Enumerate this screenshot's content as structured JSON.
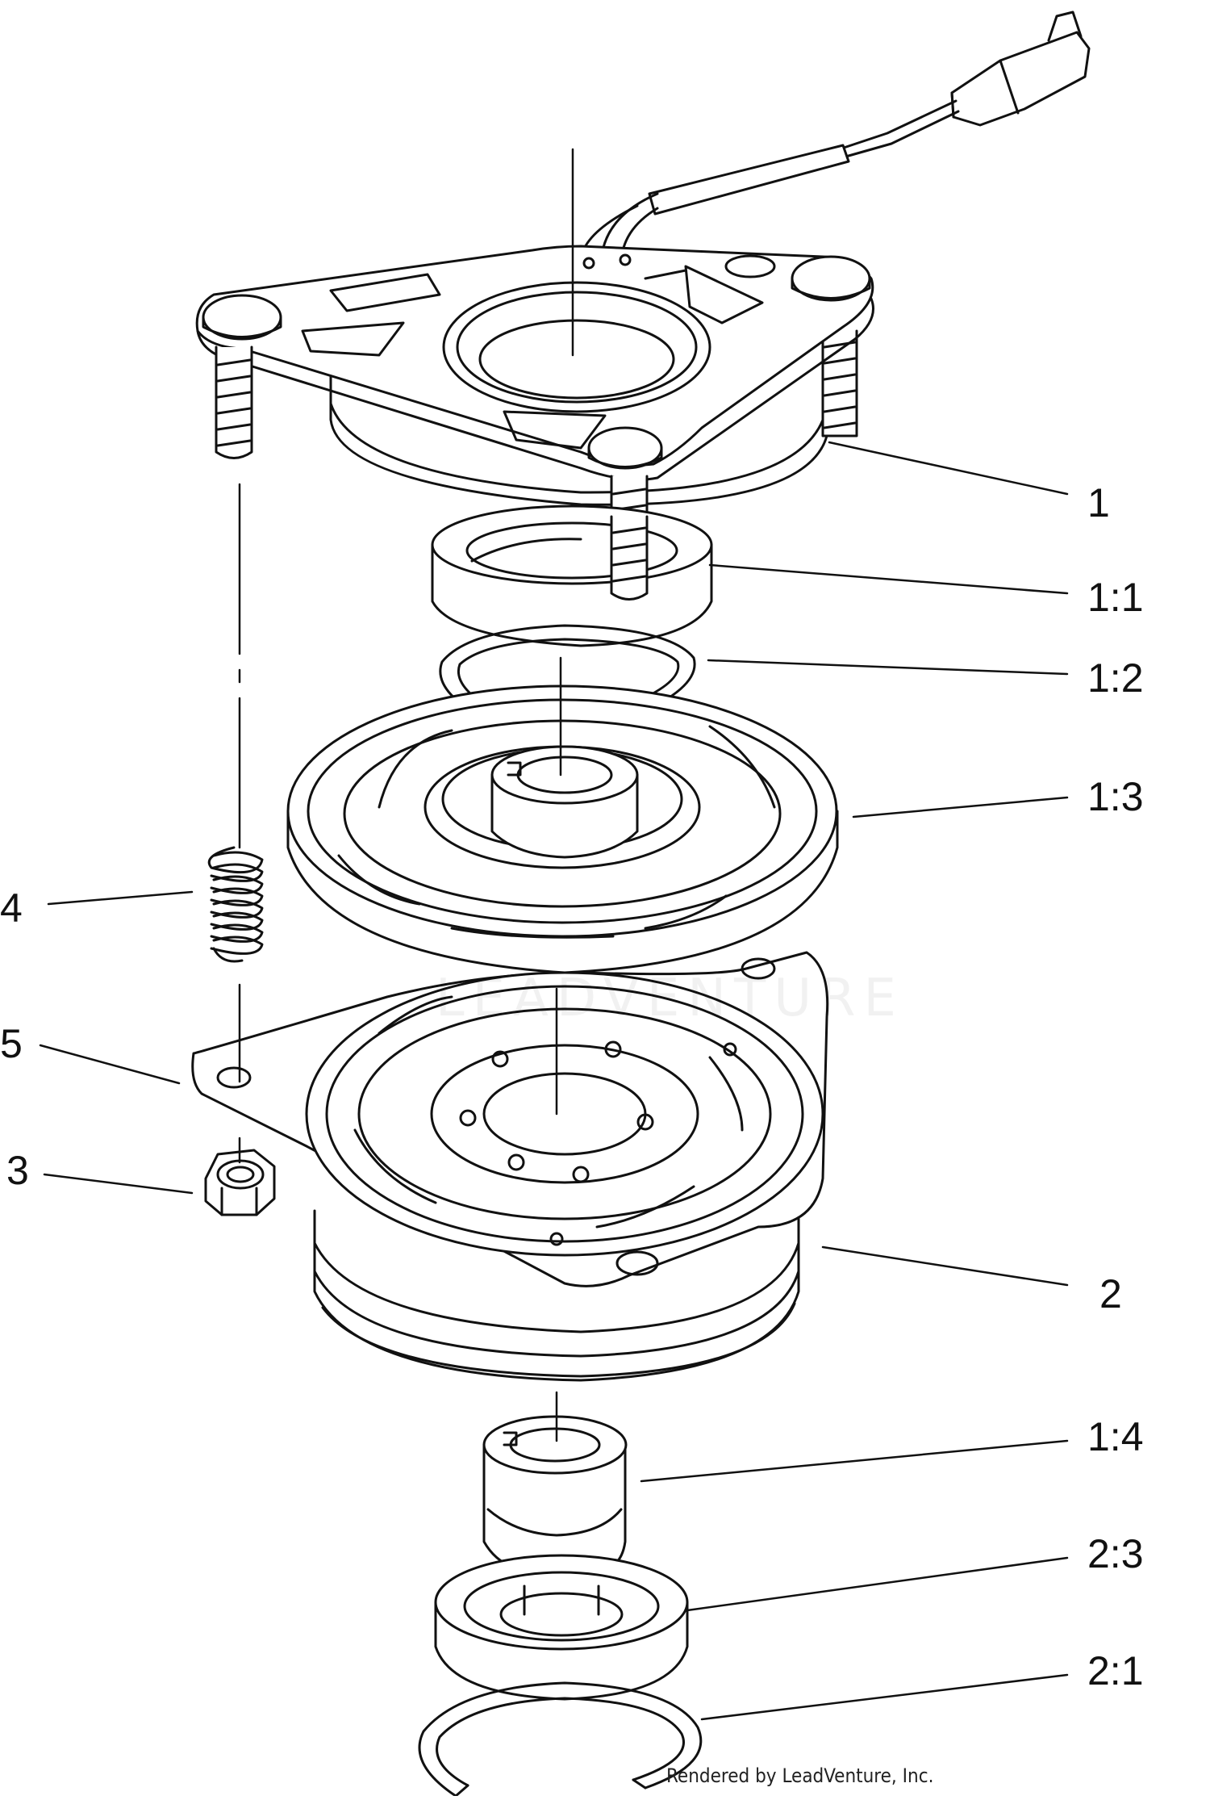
{
  "callouts": [
    {
      "id": "c1",
      "label": "1"
    },
    {
      "id": "c11",
      "label": "1:1"
    },
    {
      "id": "c12",
      "label": "1:2"
    },
    {
      "id": "c13",
      "label": "1:3"
    },
    {
      "id": "c4",
      "label": "4"
    },
    {
      "id": "c5",
      "label": "5"
    },
    {
      "id": "c3",
      "label": "3"
    },
    {
      "id": "c2",
      "label": "2"
    },
    {
      "id": "c14",
      "label": "1:4"
    },
    {
      "id": "c23",
      "label": "2:3"
    },
    {
      "id": "c21",
      "label": "2:1"
    }
  ],
  "watermark": "LEADVENTURE",
  "credit": "Rendered by LeadVenture, Inc.",
  "colors": {
    "line": "#111111",
    "background": "#ffffff"
  }
}
